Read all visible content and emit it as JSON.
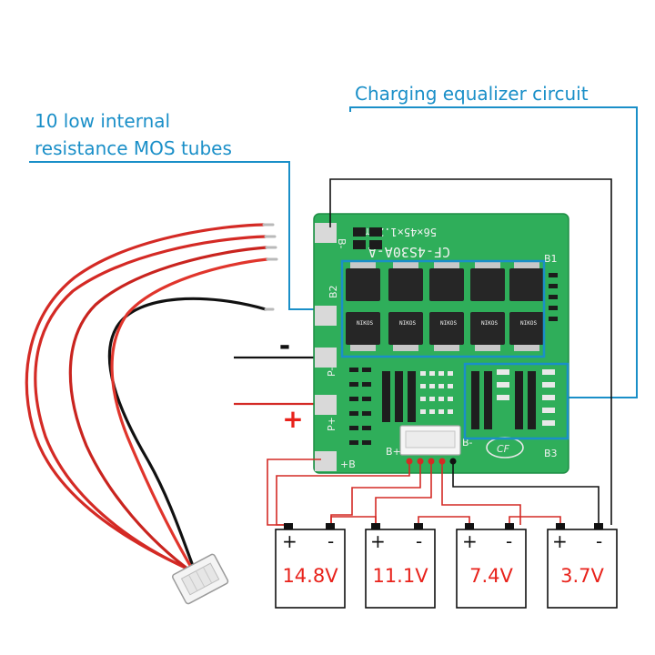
{
  "callouts": {
    "mos_line1": "10 low internal",
    "mos_line2": "resistance MOS tubes",
    "equalizer": "Charging equalizer circuit"
  },
  "wire_signs": {
    "minus": "-",
    "plus": "+"
  },
  "board": {
    "silk_size": "56×45×1.2mm",
    "silk_model": "CF-4S30A-A",
    "pad_b_minus": "B-",
    "pad_b2": "B2",
    "pad_p_minus": "P-",
    "pad_p_plus": "P+",
    "pad_b_plus": "+B",
    "pad_b1": "B1",
    "pad_b3": "B3",
    "conn_b_plus": "B+",
    "conn_b_minus": "B-",
    "mos_marking": "NIKOS"
  },
  "batteries": [
    {
      "label": "14.8V",
      "plus": "+",
      "minus": "-"
    },
    {
      "label": "11.1V",
      "plus": "+",
      "minus": "-"
    },
    {
      "label": "7.4V",
      "plus": "+",
      "minus": "-"
    },
    {
      "label": "3.7V",
      "plus": "+",
      "minus": "-"
    }
  ],
  "colors": {
    "callout": "#1a8fc8",
    "pcb": "#2fae5a",
    "wire_red": "#d42a25",
    "wire_black": "#111111",
    "battery_text": "#e8221b"
  }
}
